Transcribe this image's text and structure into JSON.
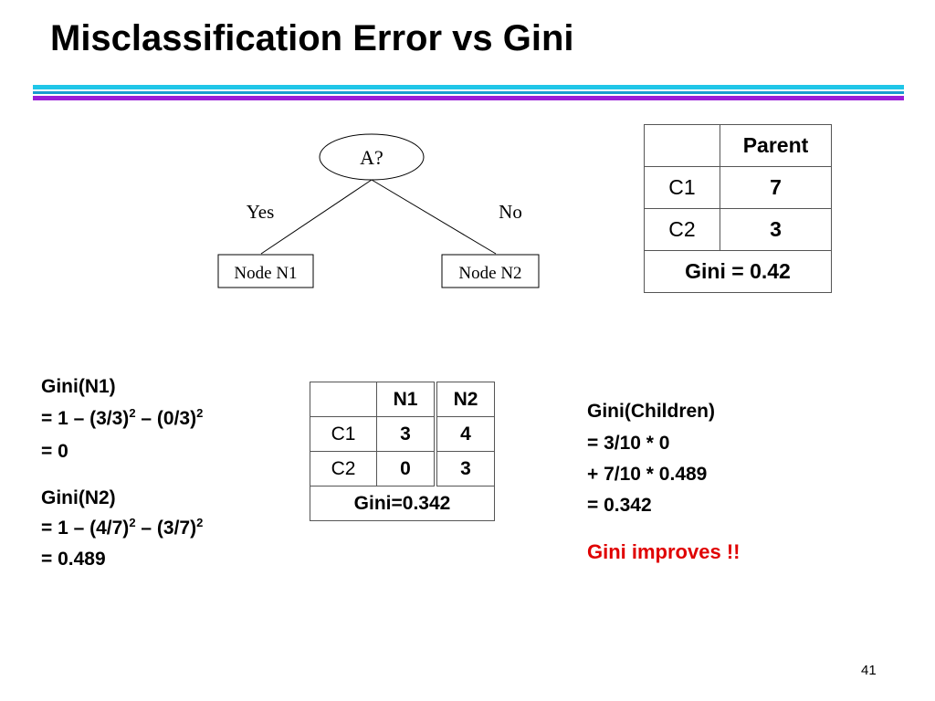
{
  "title": "Misclassification Error vs Gini",
  "tree": {
    "root": "A?",
    "yes": "Yes",
    "no": "No",
    "left_node": "Node N1",
    "right_node": "Node N2"
  },
  "parent_table": {
    "header": "Parent",
    "rows": [
      {
        "label": "C1",
        "value": "7"
      },
      {
        "label": "C2",
        "value": "3"
      }
    ],
    "footer": "Gini = 0.42"
  },
  "children_table": {
    "headers": [
      "N1",
      "N2"
    ],
    "rows": [
      {
        "label": "C1",
        "n1": "3",
        "n2": "4"
      },
      {
        "label": "C2",
        "n1": "0",
        "n2": "3"
      }
    ],
    "footer": "Gini=0.342"
  },
  "gini_n1": {
    "heading": "Gini(N1)",
    "line2_a": "= 1 – (3/3)",
    "line2_sup1": "2",
    "line2_b": " – (0/3)",
    "line2_sup2": "2",
    "line3": "= 0"
  },
  "gini_n2": {
    "heading": "Gini(N2)",
    "line2_a": "= 1 – (4/7)",
    "line2_sup1": "2",
    "line2_b": " – (3/7)",
    "line2_sup2": "2",
    "line3": "= 0.489"
  },
  "gini_children": {
    "heading": "Gini(Children)",
    "line2": "= 3/10 * 0",
    "line3": "+ 7/10 * 0.489",
    "line4": "= 0.342",
    "conclusion": "Gini improves !!"
  },
  "page_number": "41",
  "colors": {
    "bar_top": "#1fc6e8",
    "bar_mid": "#1a9bd0",
    "bar_bottom": "#9a1ed8",
    "highlight": "#e00000"
  }
}
